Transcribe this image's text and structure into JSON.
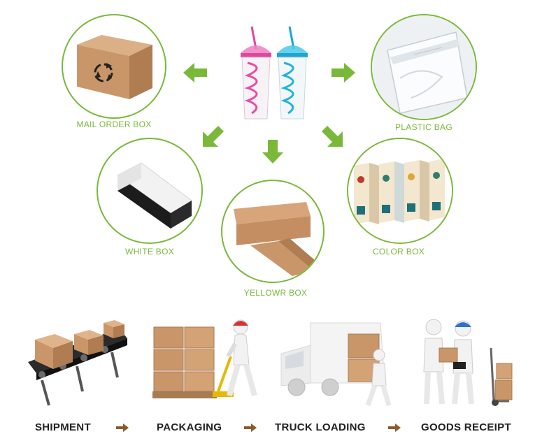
{
  "packaging_options": [
    {
      "id": "mail-order-box",
      "label": "MAIL ORDER BOX"
    },
    {
      "id": "plastic-bag",
      "label": "PLASTIC BAG"
    },
    {
      "id": "white-box",
      "label": "WHITE BOX"
    },
    {
      "id": "yellowr-box",
      "label": "YELLOWR BOX"
    },
    {
      "id": "color-box",
      "label": "COLOR BOX"
    }
  ],
  "process_steps": [
    {
      "label": "SHIPMENT"
    },
    {
      "label": "PACKAGING"
    },
    {
      "label": "TRUCK LOADING"
    },
    {
      "label": "GOODS RECEIPT"
    }
  ],
  "colors": {
    "accent_green": "#7ab83a",
    "cardboard": "#c9966a",
    "step_text": "#222222",
    "step_arrow": "#8a5a2b"
  },
  "icons": [
    "recycle-icon",
    "arrow-left-icon",
    "arrow-right-icon",
    "arrow-down-icon",
    "arrow-down-left-icon",
    "arrow-down-right-icon",
    "arrow-step-icon"
  ]
}
